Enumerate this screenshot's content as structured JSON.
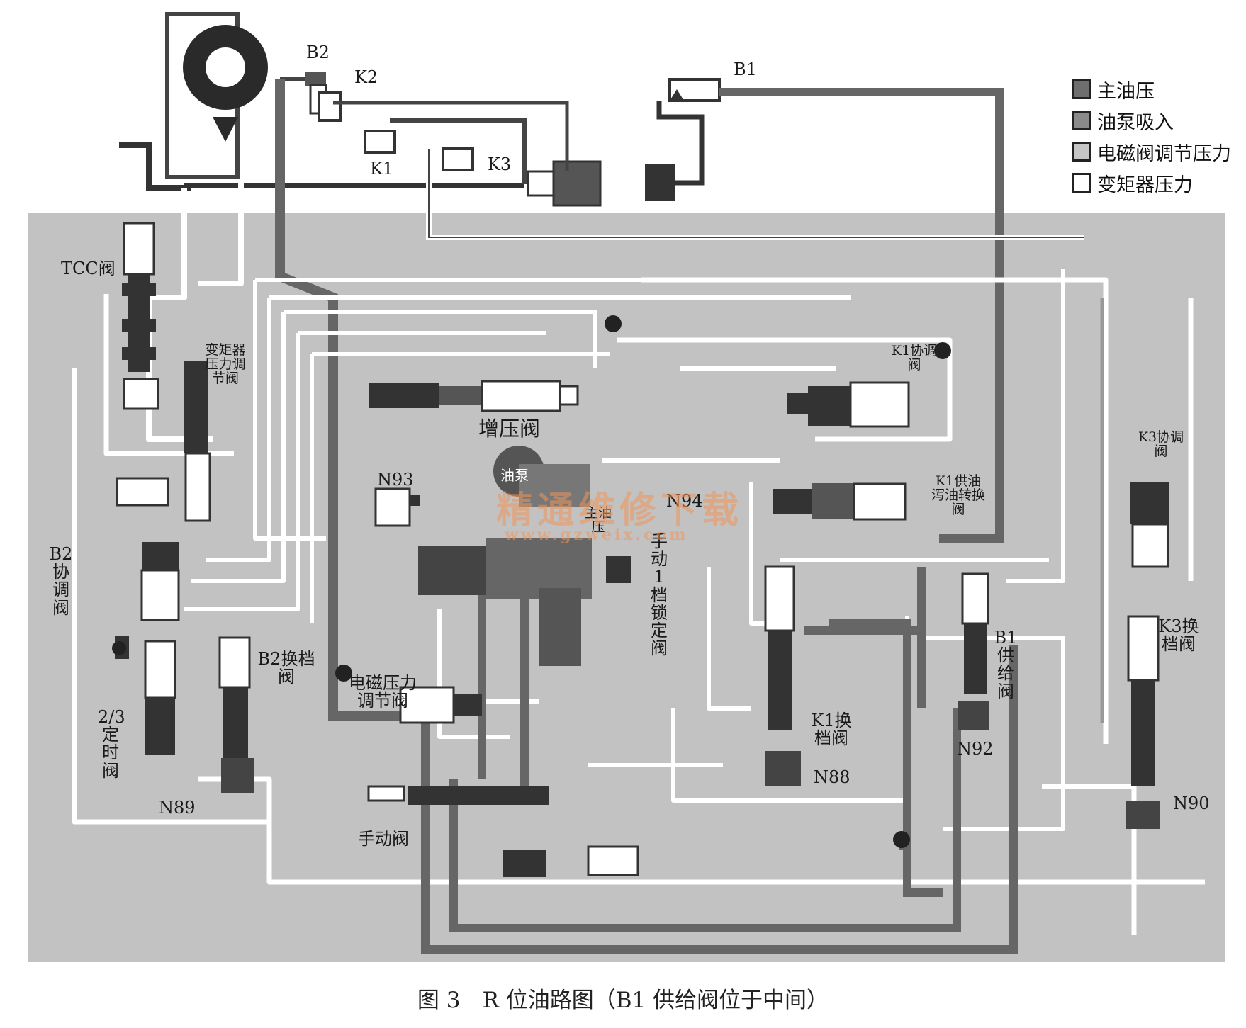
{
  "legend": {
    "items": [
      {
        "label": "主油压",
        "color": "#6e6e6e"
      },
      {
        "label": "油泵吸入",
        "color": "#8a8a8a"
      },
      {
        "label": "电磁阀调节压力",
        "color": "#c6c6c6"
      },
      {
        "label": "变矩器压力",
        "color": "#ffffff"
      }
    ]
  },
  "labels": {
    "b2_top": "B2",
    "k2": "K2",
    "k1_top": "K1",
    "k3_top": "K3",
    "b1_top": "B1",
    "tcc": "TCC阀",
    "tc_pressure_reg": "变矩器压力调节阀",
    "boost_valve": "增压阀",
    "oil_pump": "油泵",
    "n93": "N93",
    "n94": "N94",
    "main_pressure": "主油压",
    "manual_1st_lock": "手动1档锁定阀",
    "k1_coord": "K1协调阀",
    "k1_supply_drain": "K1供油泻油转换阀",
    "k3_coord": "K3协调阀",
    "b2_coord": "B2协调阀",
    "b2_shift": "B2换档阀",
    "solenoid_reg": "电磁压力调节阀",
    "timing_23": "2/3定时阀",
    "n89": "N89",
    "manual_valve": "手动阀",
    "k1_shift": "K1换档阀",
    "n88": "N88",
    "b1_supply": "B1供给阀",
    "n92": "N92",
    "k3_shift": "K3换档阀",
    "n90": "N90"
  },
  "watermark": {
    "title": "精通维修下载",
    "url": "www.gzweix.com"
  },
  "caption": "图 3　R 位油路图（B1 供给阀位于中间）"
}
